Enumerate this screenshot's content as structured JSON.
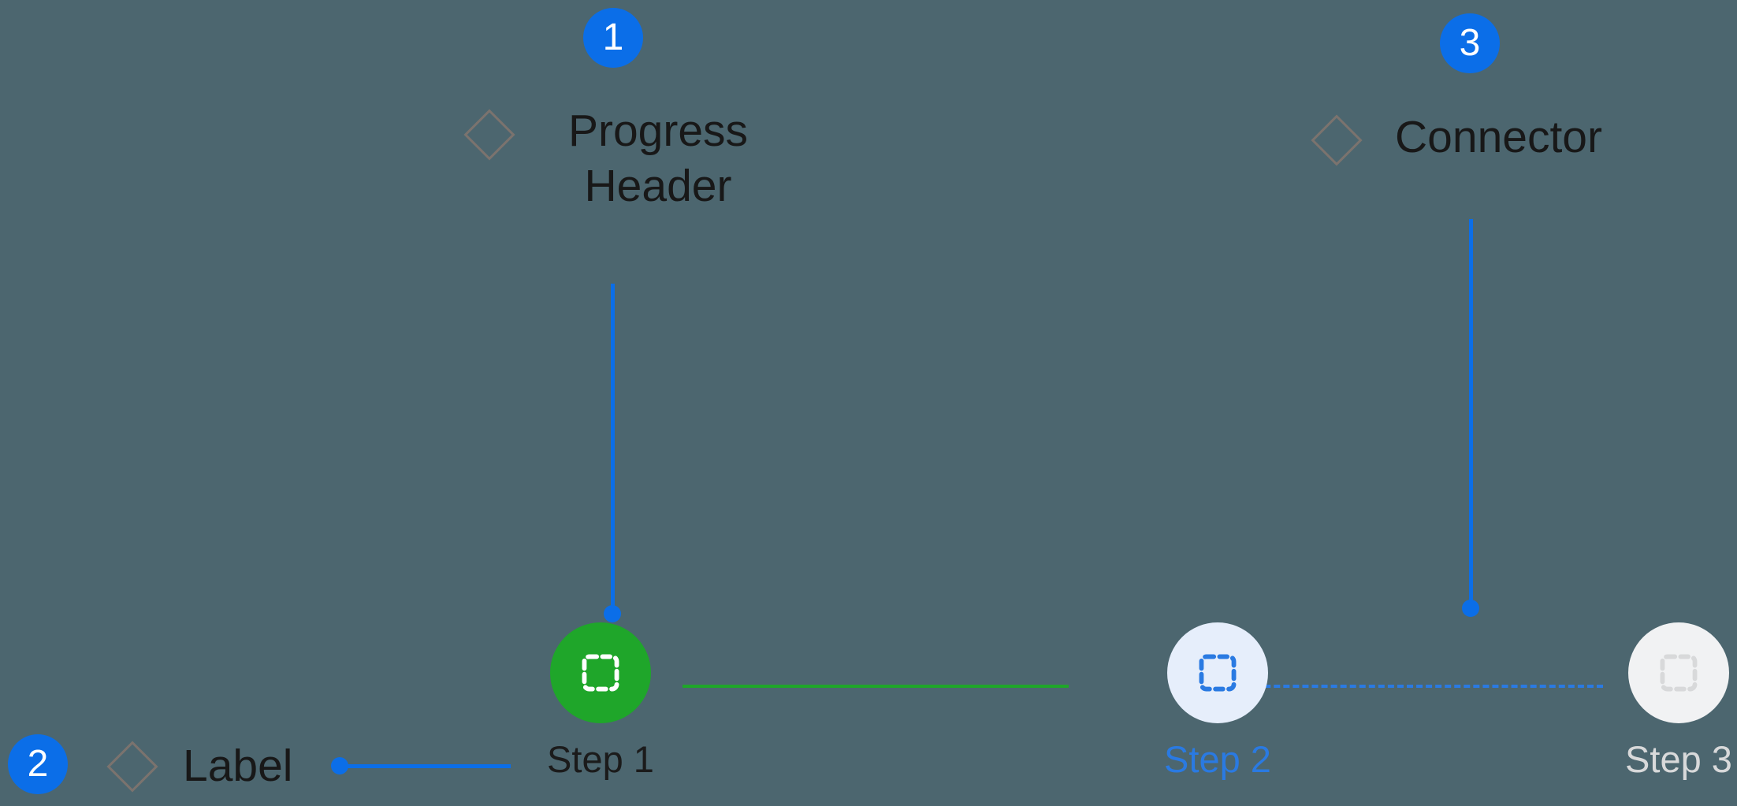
{
  "background_color": "#4c666f",
  "annotations": [
    {
      "badge": "1",
      "label": "Progress Header",
      "marker": "diamond",
      "badge_color": "#0b6ee8",
      "leader_color": "#0b6ee8"
    },
    {
      "badge": "2",
      "label": "Label",
      "marker": "diamond",
      "badge_color": "#0b6ee8",
      "leader_color": "#0b6ee8"
    },
    {
      "badge": "3",
      "label": "Connector",
      "marker": "diamond",
      "badge_color": "#0b6ee8",
      "leader_color": "#0b6ee8"
    }
  ],
  "stepper": {
    "steps": [
      {
        "label": "Step 1",
        "state": "done",
        "icon": "dashed-square-icon",
        "circle_color": "#1fa62a",
        "icon_color": "#ffffff",
        "label_color": "#1b1b1b"
      },
      {
        "label": "Step 2",
        "state": "active",
        "icon": "dashed-square-icon",
        "circle_color": "#e6eefb",
        "icon_color": "#2a7ae2",
        "label_color": "#2a7ae2"
      },
      {
        "label": "Step 3",
        "state": "todo",
        "icon": "dashed-square-icon",
        "circle_color": "#f1f2f3",
        "icon_color": "#d8d9da",
        "label_color": "#d8d9da"
      }
    ],
    "connectors": [
      {
        "from": "Step 1",
        "to": "Step 2",
        "style": "solid",
        "color": "#1fa62a"
      },
      {
        "from": "Step 2",
        "to": "Step 3",
        "style": "dashed",
        "color": "#2a7ae2"
      }
    ]
  }
}
